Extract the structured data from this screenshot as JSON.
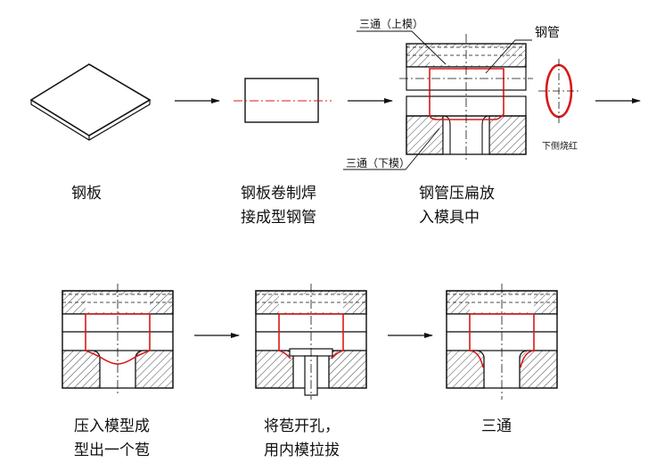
{
  "diagram": {
    "step1": {
      "caption": "钢板"
    },
    "step2": {
      "caption_line1": "钢板卷制焊",
      "caption_line2": "接成型钢管"
    },
    "step3": {
      "caption_line1": "钢管压扁放",
      "caption_line2": "入模具中",
      "label_upper_die": "三通（上模）",
      "label_lower_die": "三通（下模）",
      "label_pipe": "钢管",
      "label_side_heat": "下侧烧红"
    },
    "step4": {
      "caption_line1": "压入模型成",
      "caption_line2": "型出一个苞"
    },
    "step5": {
      "caption_line1": "将苞开孔，",
      "caption_line2": "用内模拉拔"
    },
    "step6": {
      "caption": "三通"
    },
    "colors": {
      "line": "#111111",
      "hot_pipe": "#d81818"
    }
  }
}
